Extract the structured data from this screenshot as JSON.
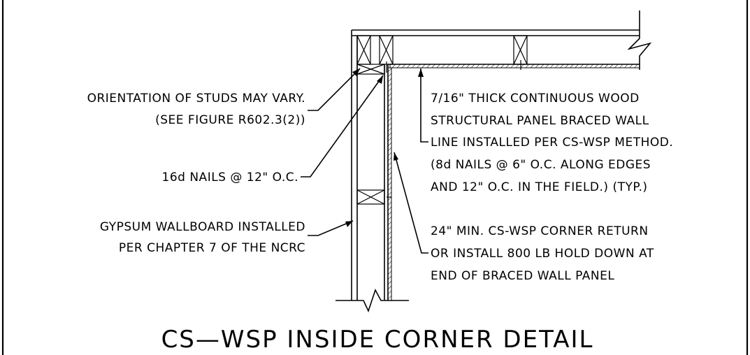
{
  "notes": {
    "stud_orientation": {
      "line1": "ORIENTATION OF STUDS MAY VARY.",
      "line2": "(SEE FIGURE R602.3(2))"
    },
    "nails": {
      "line1": "16d NAILS @ 12\" O.C."
    },
    "gypsum": {
      "line1": "GYPSUM WALLBOARD INSTALLED",
      "line2": "PER CHAPTER 7 OF THE NCRC"
    },
    "panel": {
      "line1": "7/16\" THICK CONTINUOUS WOOD",
      "line2": "STRUCTURAL PANEL BRACED WALL",
      "line3": "LINE INSTALLED PER CS-WSP METHOD.",
      "line4": "(8d NAILS @ 6\" O.C. ALONG EDGES",
      "line5": "AND 12\" O.C. IN THE FIELD.) (TYP.)"
    },
    "corner_return": {
      "line1": "24\" MIN. CS-WSP CORNER RETURN",
      "line2": "OR INSTALL 800 LB HOLD DOWN AT",
      "line3": "END OF BRACED WALL PANEL"
    }
  },
  "title": "CS—WSP INSIDE CORNER DETAIL",
  "colors": {
    "line": "#000000",
    "background": "#ffffff"
  }
}
